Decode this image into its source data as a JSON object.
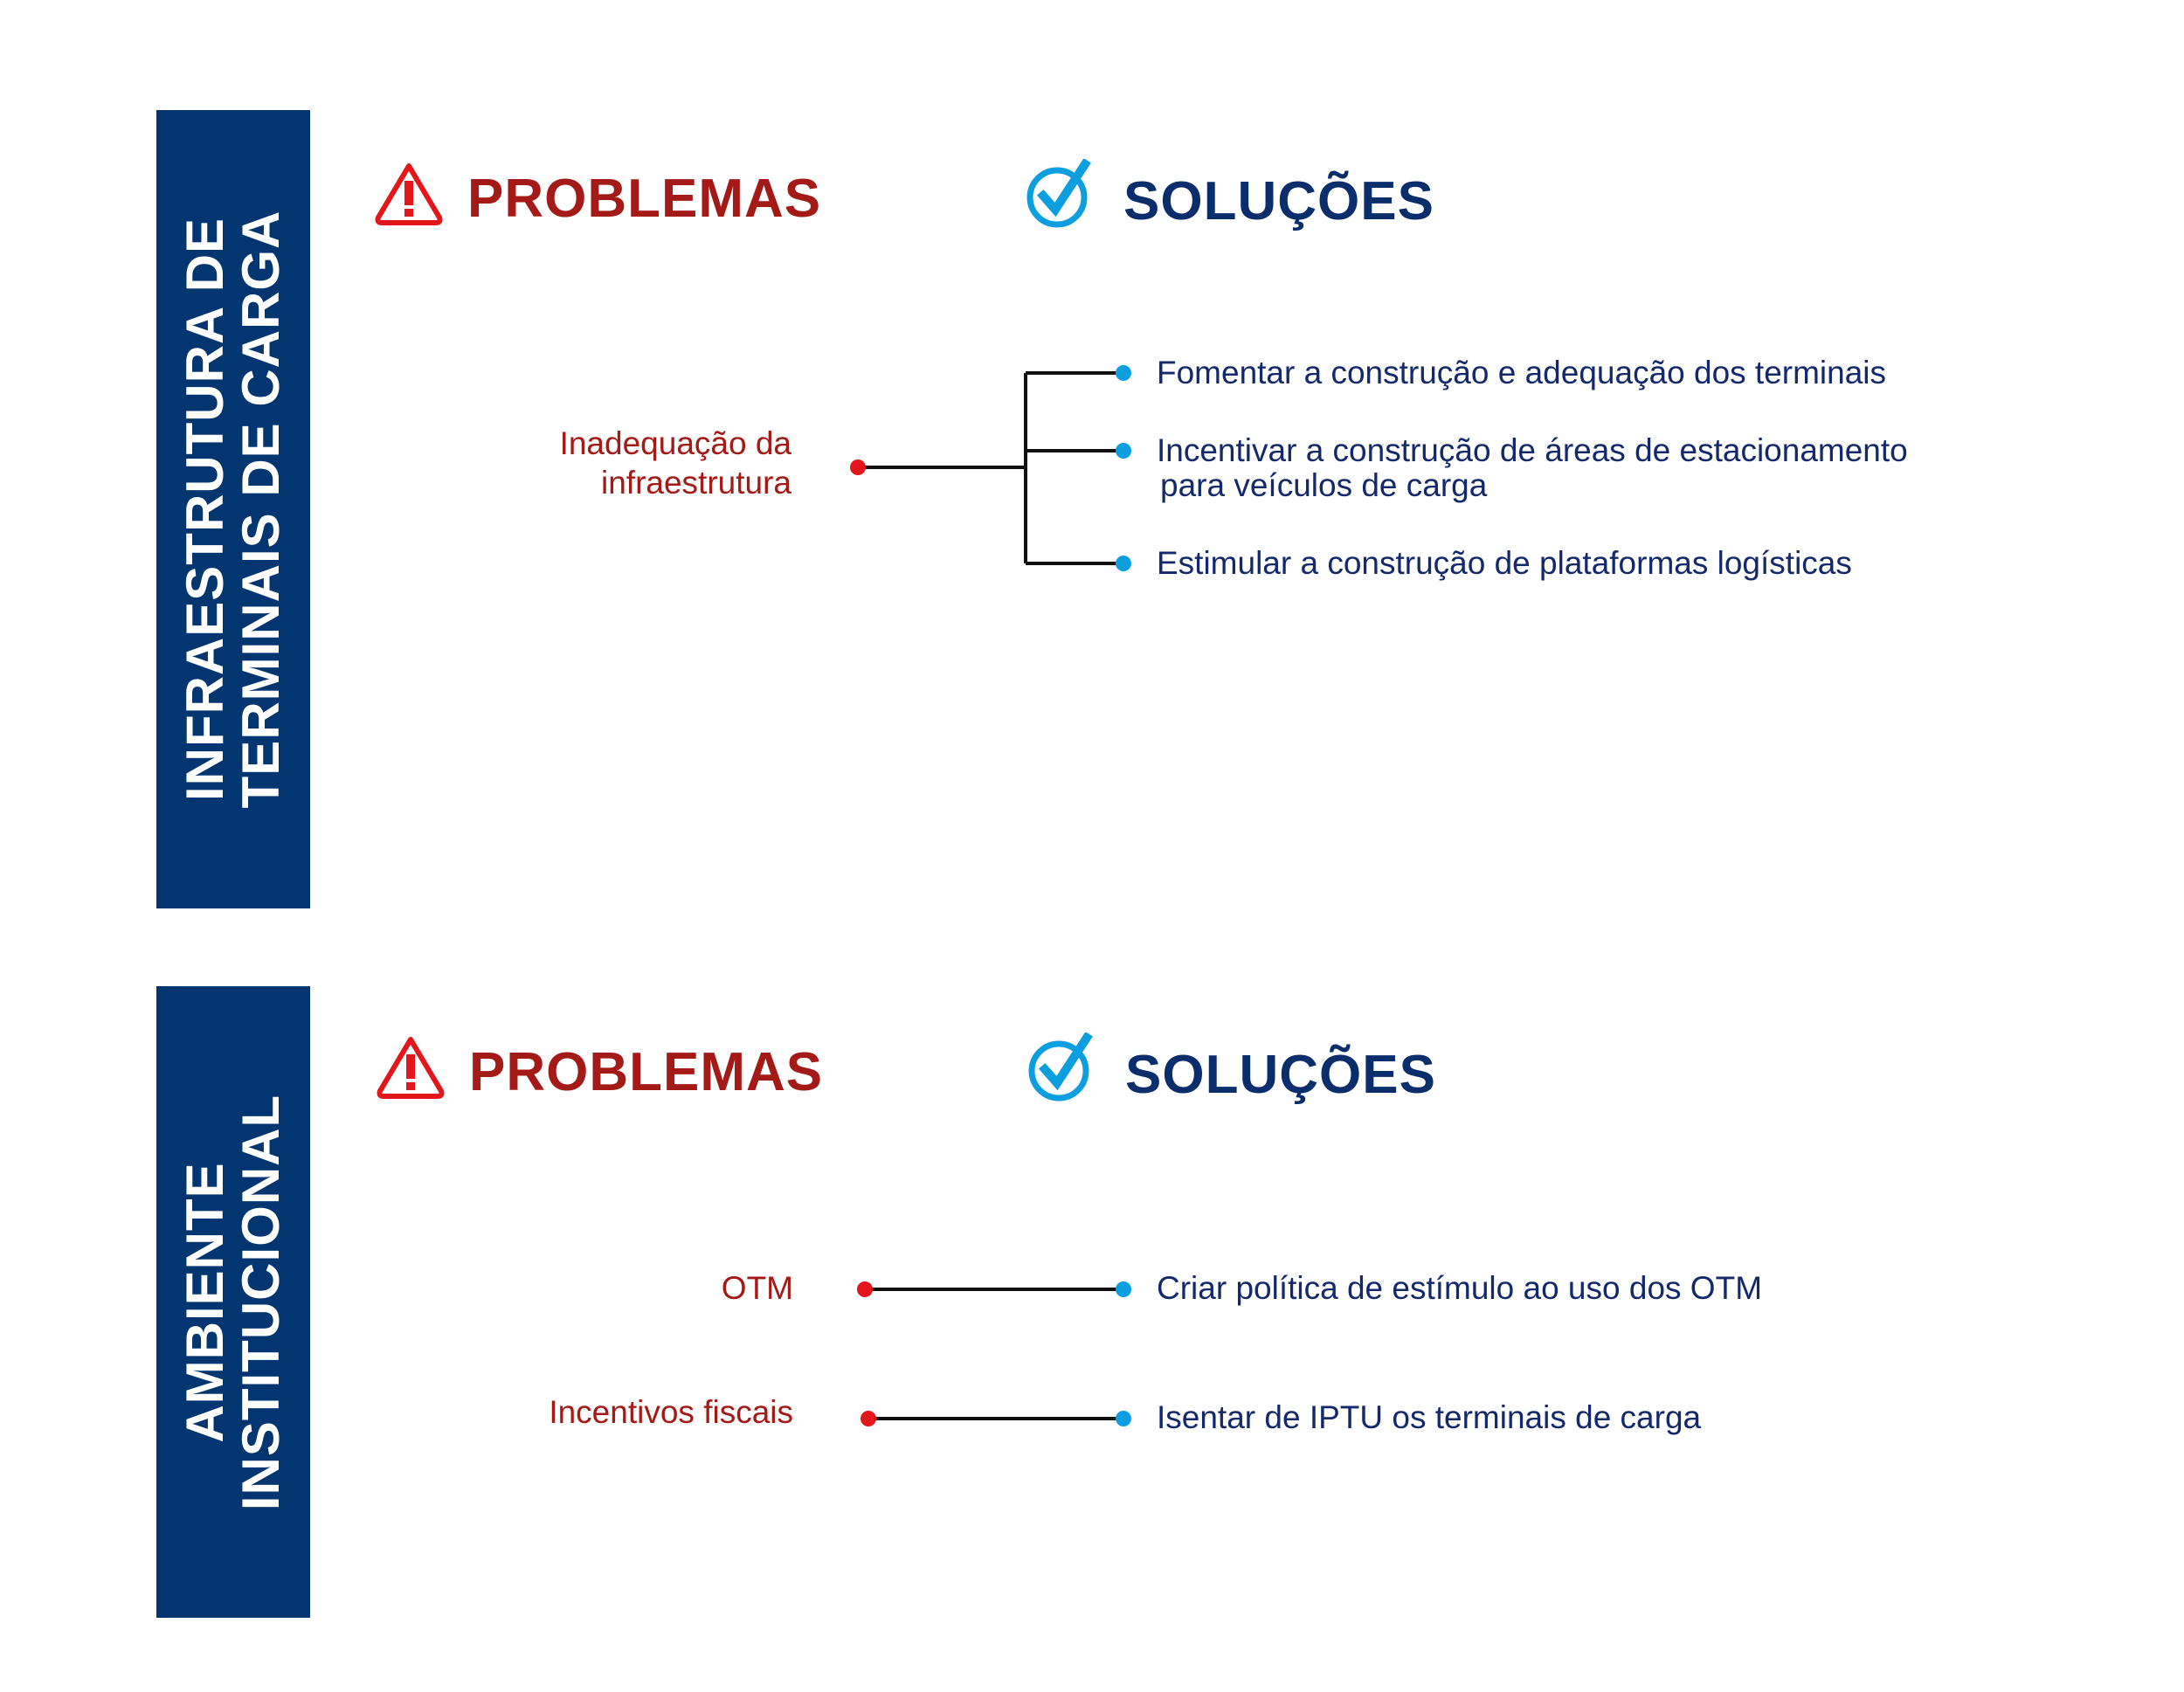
{
  "colors": {
    "navy": "#033670",
    "problem_red": "#a31a17",
    "icon_red": "#e3161b",
    "solution_blue": "#0d9ee0",
    "solution_text": "#13296b"
  },
  "sections": [
    {
      "title_lines": [
        "INFRAESTRUTURA DE",
        "TERMINAIS DE CARGA"
      ],
      "problems_label": "PROBLEMAS",
      "solutions_label": "SOLUÇÕES",
      "problems": [
        {
          "lines": [
            "Inadequação da",
            "infraestrutura"
          ]
        }
      ],
      "solutions": [
        {
          "lines": [
            "Fomentar a construção e adequação dos terminais"
          ]
        },
        {
          "lines": [
            "Incentivar a construção de áreas de estacionamento",
            "para veículos de carga"
          ]
        },
        {
          "lines": [
            "Estimular a construção de plataformas logísticas"
          ]
        }
      ]
    },
    {
      "title_lines": [
        "AMBIENTE",
        "INSTITUCIONAL"
      ],
      "problems_label": "PROBLEMAS",
      "solutions_label": "SOLUÇÕES",
      "problems": [
        {
          "lines": [
            "OTM"
          ]
        },
        {
          "lines": [
            "Incentivos fiscais"
          ]
        }
      ],
      "solutions": [
        {
          "lines": [
            "Criar política de estímulo ao uso dos OTM"
          ]
        },
        {
          "lines": [
            "Isentar de IPTU os terminais de carga"
          ]
        }
      ]
    }
  ]
}
